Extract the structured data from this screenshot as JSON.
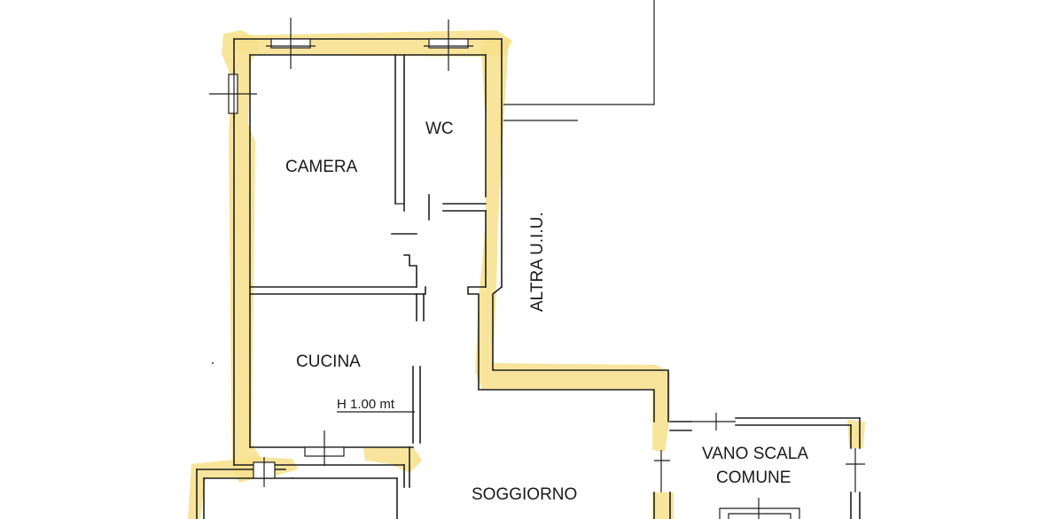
{
  "labels": {
    "camera": "CAMERA",
    "wc": "WC",
    "cucina": "CUCINA",
    "height_note": "H 1.00 mt",
    "soggiorno": "SOGGIORNO",
    "altra": "ALTRA U.I.U.",
    "vano_line1": "VANO SCALA",
    "vano_line2": "COMUNE"
  },
  "colors": {
    "wall_highlight": "#f7e08a",
    "line": "#1f1f1f"
  }
}
